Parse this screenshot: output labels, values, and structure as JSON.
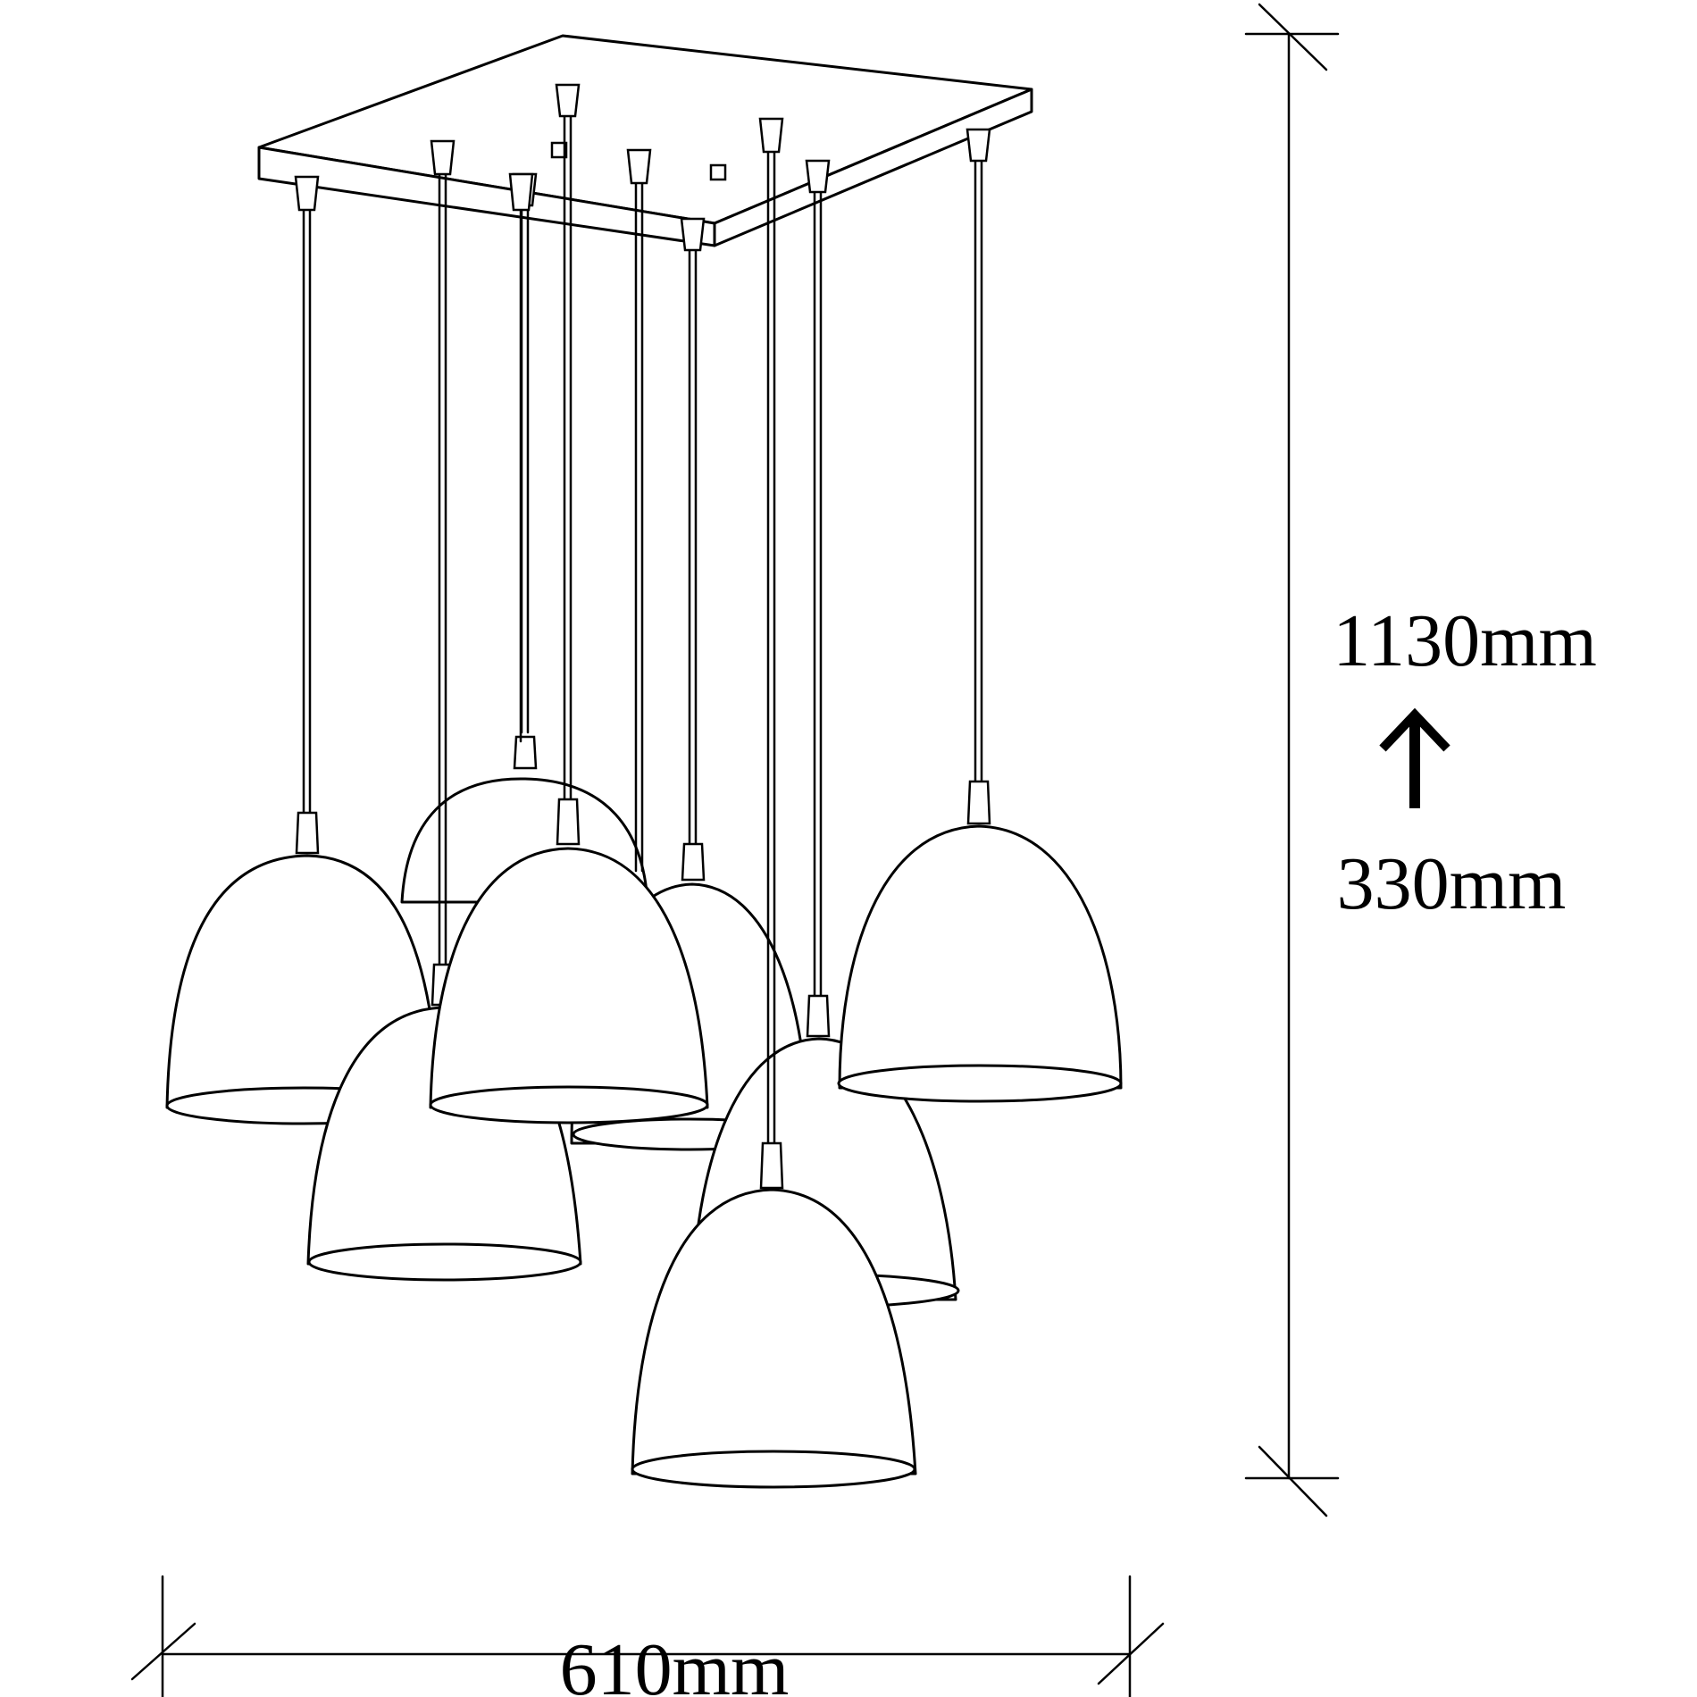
{
  "dimensions": {
    "height_label": "1130mm",
    "min_height_label": "330mm",
    "width_label": "610mm",
    "direction_symbol": "↑"
  },
  "colors": {
    "line": "#000000",
    "background": "#ffffff"
  },
  "pendant_count": 9
}
